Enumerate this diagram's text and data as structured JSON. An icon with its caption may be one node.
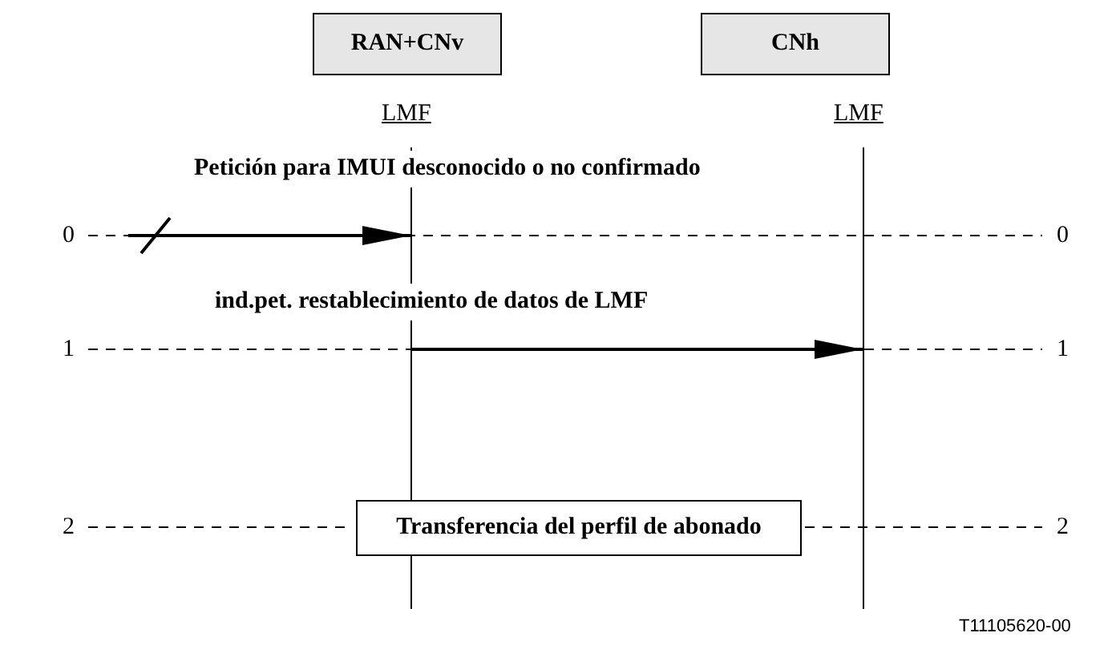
{
  "diagram": {
    "nodes": [
      {
        "text": [
          "RAN+CNv"
        ],
        "beside": [
          "LMF"
        ]
      },
      {
        "text": [
          "CNh"
        ],
        "beside": [
          "LMF"
        ]
      },
      {
        "text": [],
        "shape": "line"
      },
      {
        "text": [],
        "shape": "line"
      },
      {
        "text": [
          "Transferencia del perfil de abonado"
        ]
      }
    ],
    "edges": [
      {
        "from": null,
        "to": 2,
        "arrow": "to",
        "label": "Petición para IMUI desconocido o no confirmado"
      },
      {
        "from": 2,
        "to": 3,
        "arrow": "to",
        "label": "ind.pet. restablecimiento de datos de LMF"
      }
    ],
    "labels": [
      "0",
      "0",
      "1",
      "1",
      "2",
      "2",
      "T11105620-00"
    ]
  }
}
